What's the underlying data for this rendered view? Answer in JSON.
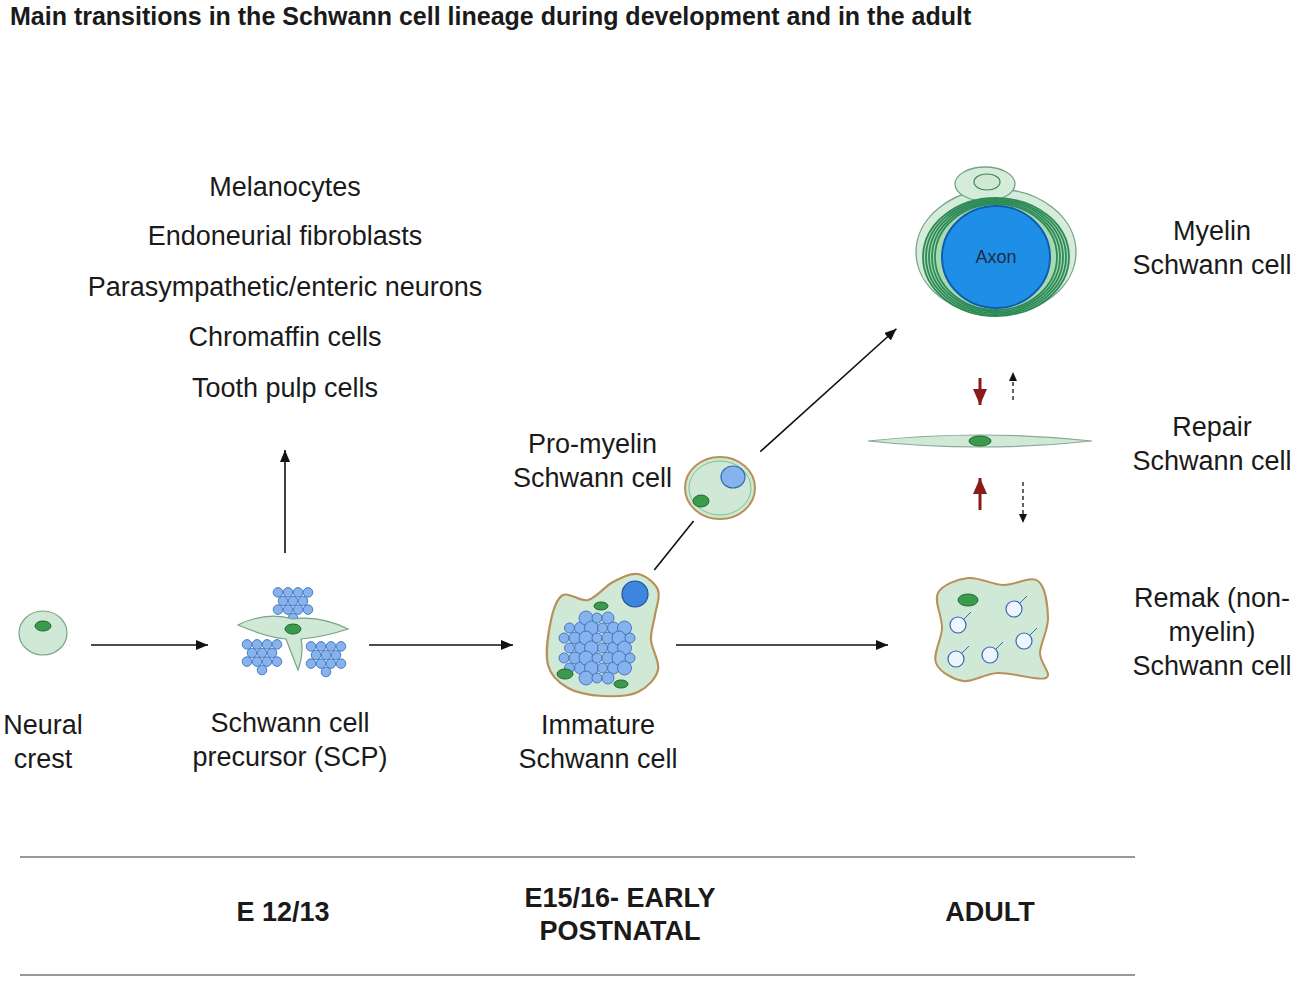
{
  "diagram": {
    "title": "Main transitions in the Schwann cell lineage during development and in the adult",
    "nodes": [
      {
        "text": [
          "Neural crest"
        ]
      },
      {
        "text": [
          "Schwann cell precursor (SCP)"
        ]
      },
      {
        "text": [
          "Melanocytes",
          "Endoneurial fibroblasts",
          "Parasympathetic/enteric neurons",
          "Chromaffin cells",
          "Tooth pulp cells"
        ]
      },
      {
        "text": [
          "Pro-myelin Schwann cell"
        ]
      },
      {
        "text": [
          "Immature Schwann cell"
        ]
      },
      {
        "text": [
          "Myelin Schwann cell"
        ]
      },
      {
        "text": [
          "Axon"
        ],
        "in": 5
      },
      {
        "text": [
          "Repair Schwann cell"
        ]
      },
      {
        "text": [
          "Remak (non-myelin) Schwann cell"
        ]
      }
    ],
    "edges": [
      {
        "from": 0,
        "to": 1,
        "arrow": "to"
      },
      {
        "from": 1,
        "to": 2,
        "arrow": "to"
      },
      {
        "from": 1,
        "to": 4,
        "arrow": "to"
      },
      {
        "from": 4,
        "to": 3,
        "arrow": "none"
      },
      {
        "from": 3,
        "to": 5,
        "arrow": "to"
      },
      {
        "from": 4,
        "to": 8,
        "arrow": "to"
      },
      {
        "from": 5,
        "to": 7,
        "arrow": "to"
      },
      {
        "from": 7,
        "to": 5,
        "arrow": "to"
      },
      {
        "from": 8,
        "to": 7,
        "arrow": "to"
      },
      {
        "from": 7,
        "to": 8,
        "arrow": "to"
      }
    ],
    "labels": [
      "E 12/13",
      "E15/16- EARLY POSTNATAL",
      "ADULT"
    ]
  }
}
